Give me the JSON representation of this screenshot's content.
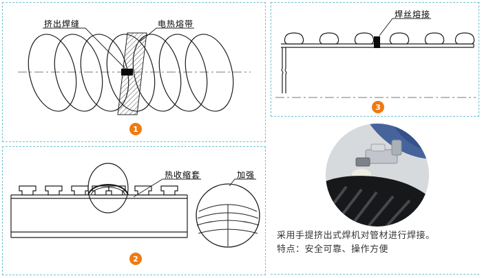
{
  "panel1": {
    "badge": "1",
    "labels": {
      "extruded_weld": "挤出焊缝",
      "fusion_belt": "电热熔带"
    }
  },
  "panel2": {
    "badge": "2",
    "labels": {
      "shrink_sleeve": "热收缩套",
      "reinforce": "加强"
    }
  },
  "panel3": {
    "badge": "3",
    "labels": {
      "wire_weld": "焊丝熔接"
    }
  },
  "caption": {
    "line1": "采用手提挤出式焊机对管材进行焊接。",
    "line2": "特点：安全可靠、操作方便"
  },
  "colors": {
    "panel_border": "#6fbfd4",
    "badge": "#f07a10",
    "line": "#1a1a1a"
  },
  "icons": {
    "badge1": "step-1-badge",
    "badge2": "step-2-badge",
    "badge3": "step-3-badge",
    "photo": "welding-photo"
  }
}
